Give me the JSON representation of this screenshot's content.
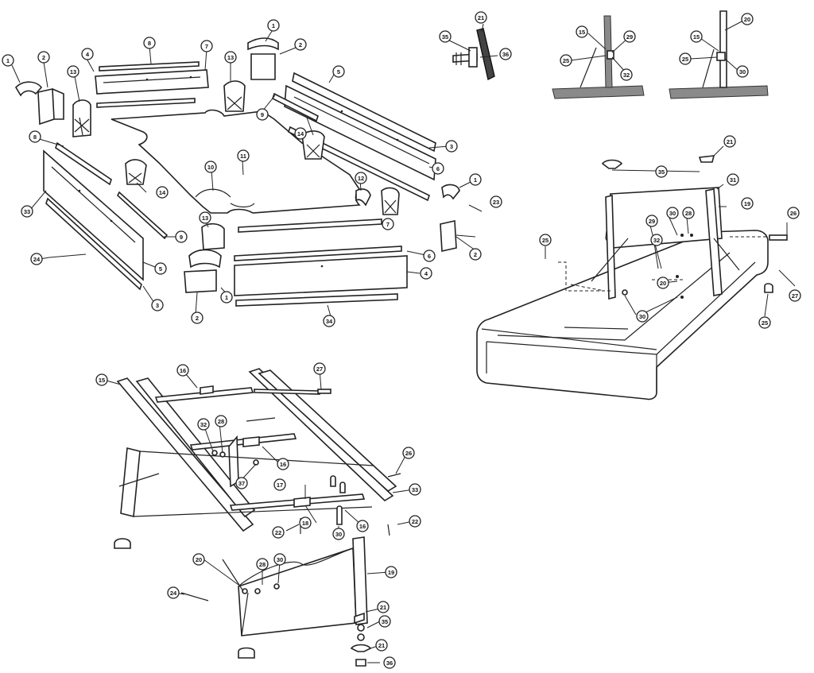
{
  "callouts": [
    {
      "label": "1"
    },
    {
      "label": "2"
    },
    {
      "label": "13"
    },
    {
      "label": "4"
    },
    {
      "label": "8"
    },
    {
      "label": "7"
    },
    {
      "label": "13"
    },
    {
      "label": "1"
    },
    {
      "label": "2"
    },
    {
      "label": "5"
    },
    {
      "label": "9"
    },
    {
      "label": "14"
    },
    {
      "label": "3"
    },
    {
      "label": "6"
    },
    {
      "label": "8"
    },
    {
      "label": "33"
    },
    {
      "label": "14"
    },
    {
      "label": "10"
    },
    {
      "label": "11"
    },
    {
      "label": "12"
    },
    {
      "label": "1"
    },
    {
      "label": "23"
    },
    {
      "label": "9"
    },
    {
      "label": "13"
    },
    {
      "label": "7"
    },
    {
      "label": "24"
    },
    {
      "label": "5"
    },
    {
      "label": "1"
    },
    {
      "label": "6"
    },
    {
      "label": "2"
    },
    {
      "label": "3"
    },
    {
      "label": "2"
    },
    {
      "label": "4"
    },
    {
      "label": "34"
    },
    {
      "label": "21"
    },
    {
      "label": "35"
    },
    {
      "label": "36"
    },
    {
      "label": "15"
    },
    {
      "label": "29"
    },
    {
      "label": "25"
    },
    {
      "label": "32"
    },
    {
      "label": "20"
    },
    {
      "label": "15"
    },
    {
      "label": "25"
    },
    {
      "label": "30"
    },
    {
      "label": "21"
    },
    {
      "label": "35"
    },
    {
      "label": "31"
    },
    {
      "label": "19"
    },
    {
      "label": "30"
    },
    {
      "label": "28"
    },
    {
      "label": "26"
    },
    {
      "label": "25"
    },
    {
      "label": "29"
    },
    {
      "label": "32"
    },
    {
      "label": "20"
    },
    {
      "label": "30"
    },
    {
      "label": "27"
    },
    {
      "label": "25"
    },
    {
      "label": "16"
    },
    {
      "label": "27"
    },
    {
      "label": "15"
    },
    {
      "label": "32"
    },
    {
      "label": "28"
    },
    {
      "label": "18"
    },
    {
      "label": "37"
    },
    {
      "label": "26"
    },
    {
      "label": "33"
    },
    {
      "label": "17"
    },
    {
      "label": "16"
    },
    {
      "label": "22"
    },
    {
      "label": "30"
    },
    {
      "label": "16"
    },
    {
      "label": "22"
    },
    {
      "label": "20"
    },
    {
      "label": "28"
    },
    {
      "label": "30"
    },
    {
      "label": "19"
    },
    {
      "label": "24"
    },
    {
      "label": "21"
    },
    {
      "label": "35"
    },
    {
      "label": "21"
    },
    {
      "label": "36"
    }
  ]
}
